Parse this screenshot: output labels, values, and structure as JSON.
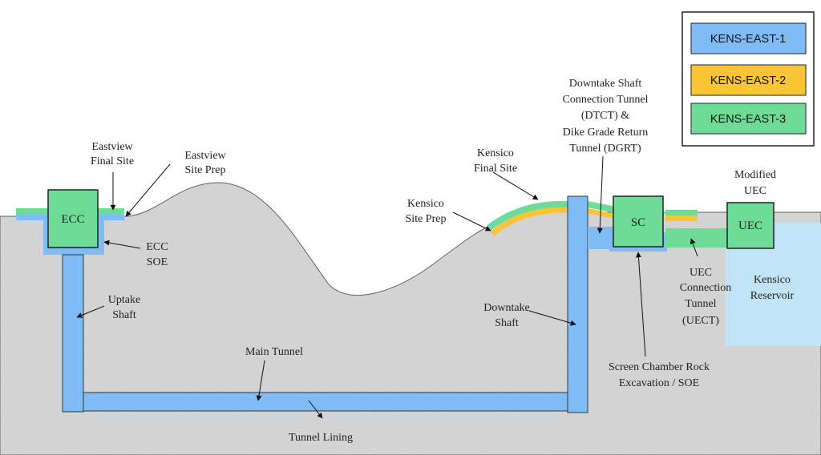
{
  "colors": {
    "kens_east_1": "#7fbcf5",
    "kens_east_2": "#f9c534",
    "kens_east_3": "#6edc98",
    "ground": "#d9d9d9",
    "reservoir": "#bfe4f6"
  },
  "legend": [
    {
      "label": "KENS-EAST-1"
    },
    {
      "label": "KENS-EAST-2"
    },
    {
      "label": "KENS-EAST-3"
    }
  ],
  "boxes": {
    "ecc": "ECC",
    "sc": "SC",
    "uec": "UEC"
  },
  "labels": {
    "eastview_final_1": "Eastview",
    "eastview_final_2": "Final Site",
    "eastview_prep_1": "Eastview",
    "eastview_prep_2": "Site Prep",
    "ecc_soe_1": "ECC",
    "ecc_soe_2": "SOE",
    "uptake_1": "Uptake",
    "uptake_2": "Shaft",
    "main_tunnel": "Main Tunnel",
    "tunnel_lining": "Tunnel Lining",
    "kensico_final_1": "Kensico",
    "kensico_final_2": "Final Site",
    "kensico_prep_1": "Kensico",
    "kensico_prep_2": "Site Prep",
    "downtake_1": "Downtake",
    "downtake_2": "Shaft",
    "dtct_1": "Downtake Shaft",
    "dtct_2": "Connection Tunnel",
    "dtct_3": "(DTCT) &",
    "dtct_4": "Dike Grade Return",
    "dtct_5": "Tunnel (DGRT)",
    "modified_uec_1": "Modified",
    "modified_uec_2": "UEC",
    "uect_1": "UEC",
    "uect_2": "Connection",
    "uect_3": "Tunnel",
    "uect_4": "(UECT)",
    "reservoir_1": "Kensico",
    "reservoir_2": "Reservoir",
    "screen_1": "Screen Chamber Rock",
    "screen_2": "Excavation / SOE"
  }
}
